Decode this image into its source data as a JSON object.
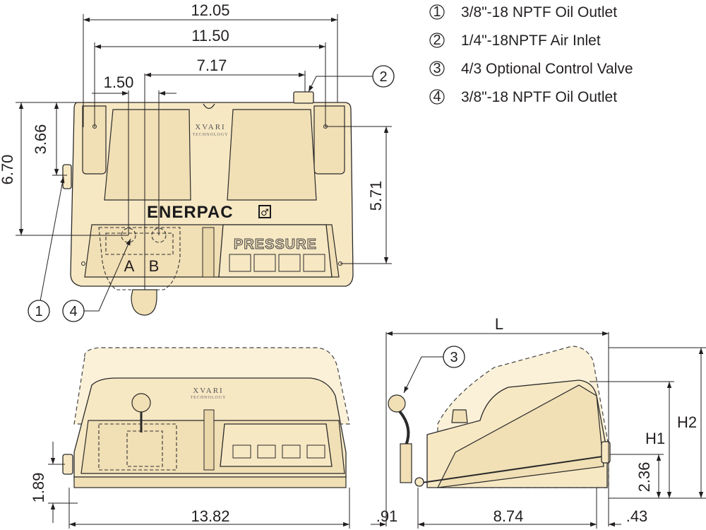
{
  "legend": [
    {
      "num": "①",
      "text": "3/8\"-18 NPTF Oil Outlet"
    },
    {
      "num": "②",
      "text": "1/4\"-18NPTF Air Inlet"
    },
    {
      "num": "③",
      "text": "4/3 Optional Control Valve"
    },
    {
      "num": "④",
      "text": "3/8\"-18 NPTF Oil Outlet"
    }
  ],
  "top_view": {
    "dims": {
      "overall_width": "12.05",
      "mount_width": "11.50",
      "inlet_offset": "7.17",
      "port_spacing": "1.50",
      "depth": "6.70",
      "port_depth": "3.66",
      "mount_depth": "5.71"
    },
    "brand": "ENERPAC",
    "brand_sub": "XVARI",
    "brand_sub2": "TECHNOLOGY",
    "gauge_label": "PRESSURE",
    "port_a": "A",
    "port_b": "B",
    "callouts": {
      "c1": "1",
      "c2": "2",
      "c4": "4"
    }
  },
  "front_view": {
    "dims": {
      "width": "13.82",
      "height": "1.89"
    },
    "brand_sub": "XVARI",
    "brand_sub2": "TECHNOLOGY"
  },
  "side_view": {
    "dims": {
      "length": "L",
      "rear_overhang": ".91",
      "base_length": "8.74",
      "front_overhang": ".43",
      "port_height": "2.36",
      "h1": "H1",
      "h2": "H2"
    },
    "callouts": {
      "c3": "3"
    }
  },
  "colors": {
    "body": "#f7e8c4",
    "outline": "#2a2a2a",
    "text": "#231f20"
  }
}
